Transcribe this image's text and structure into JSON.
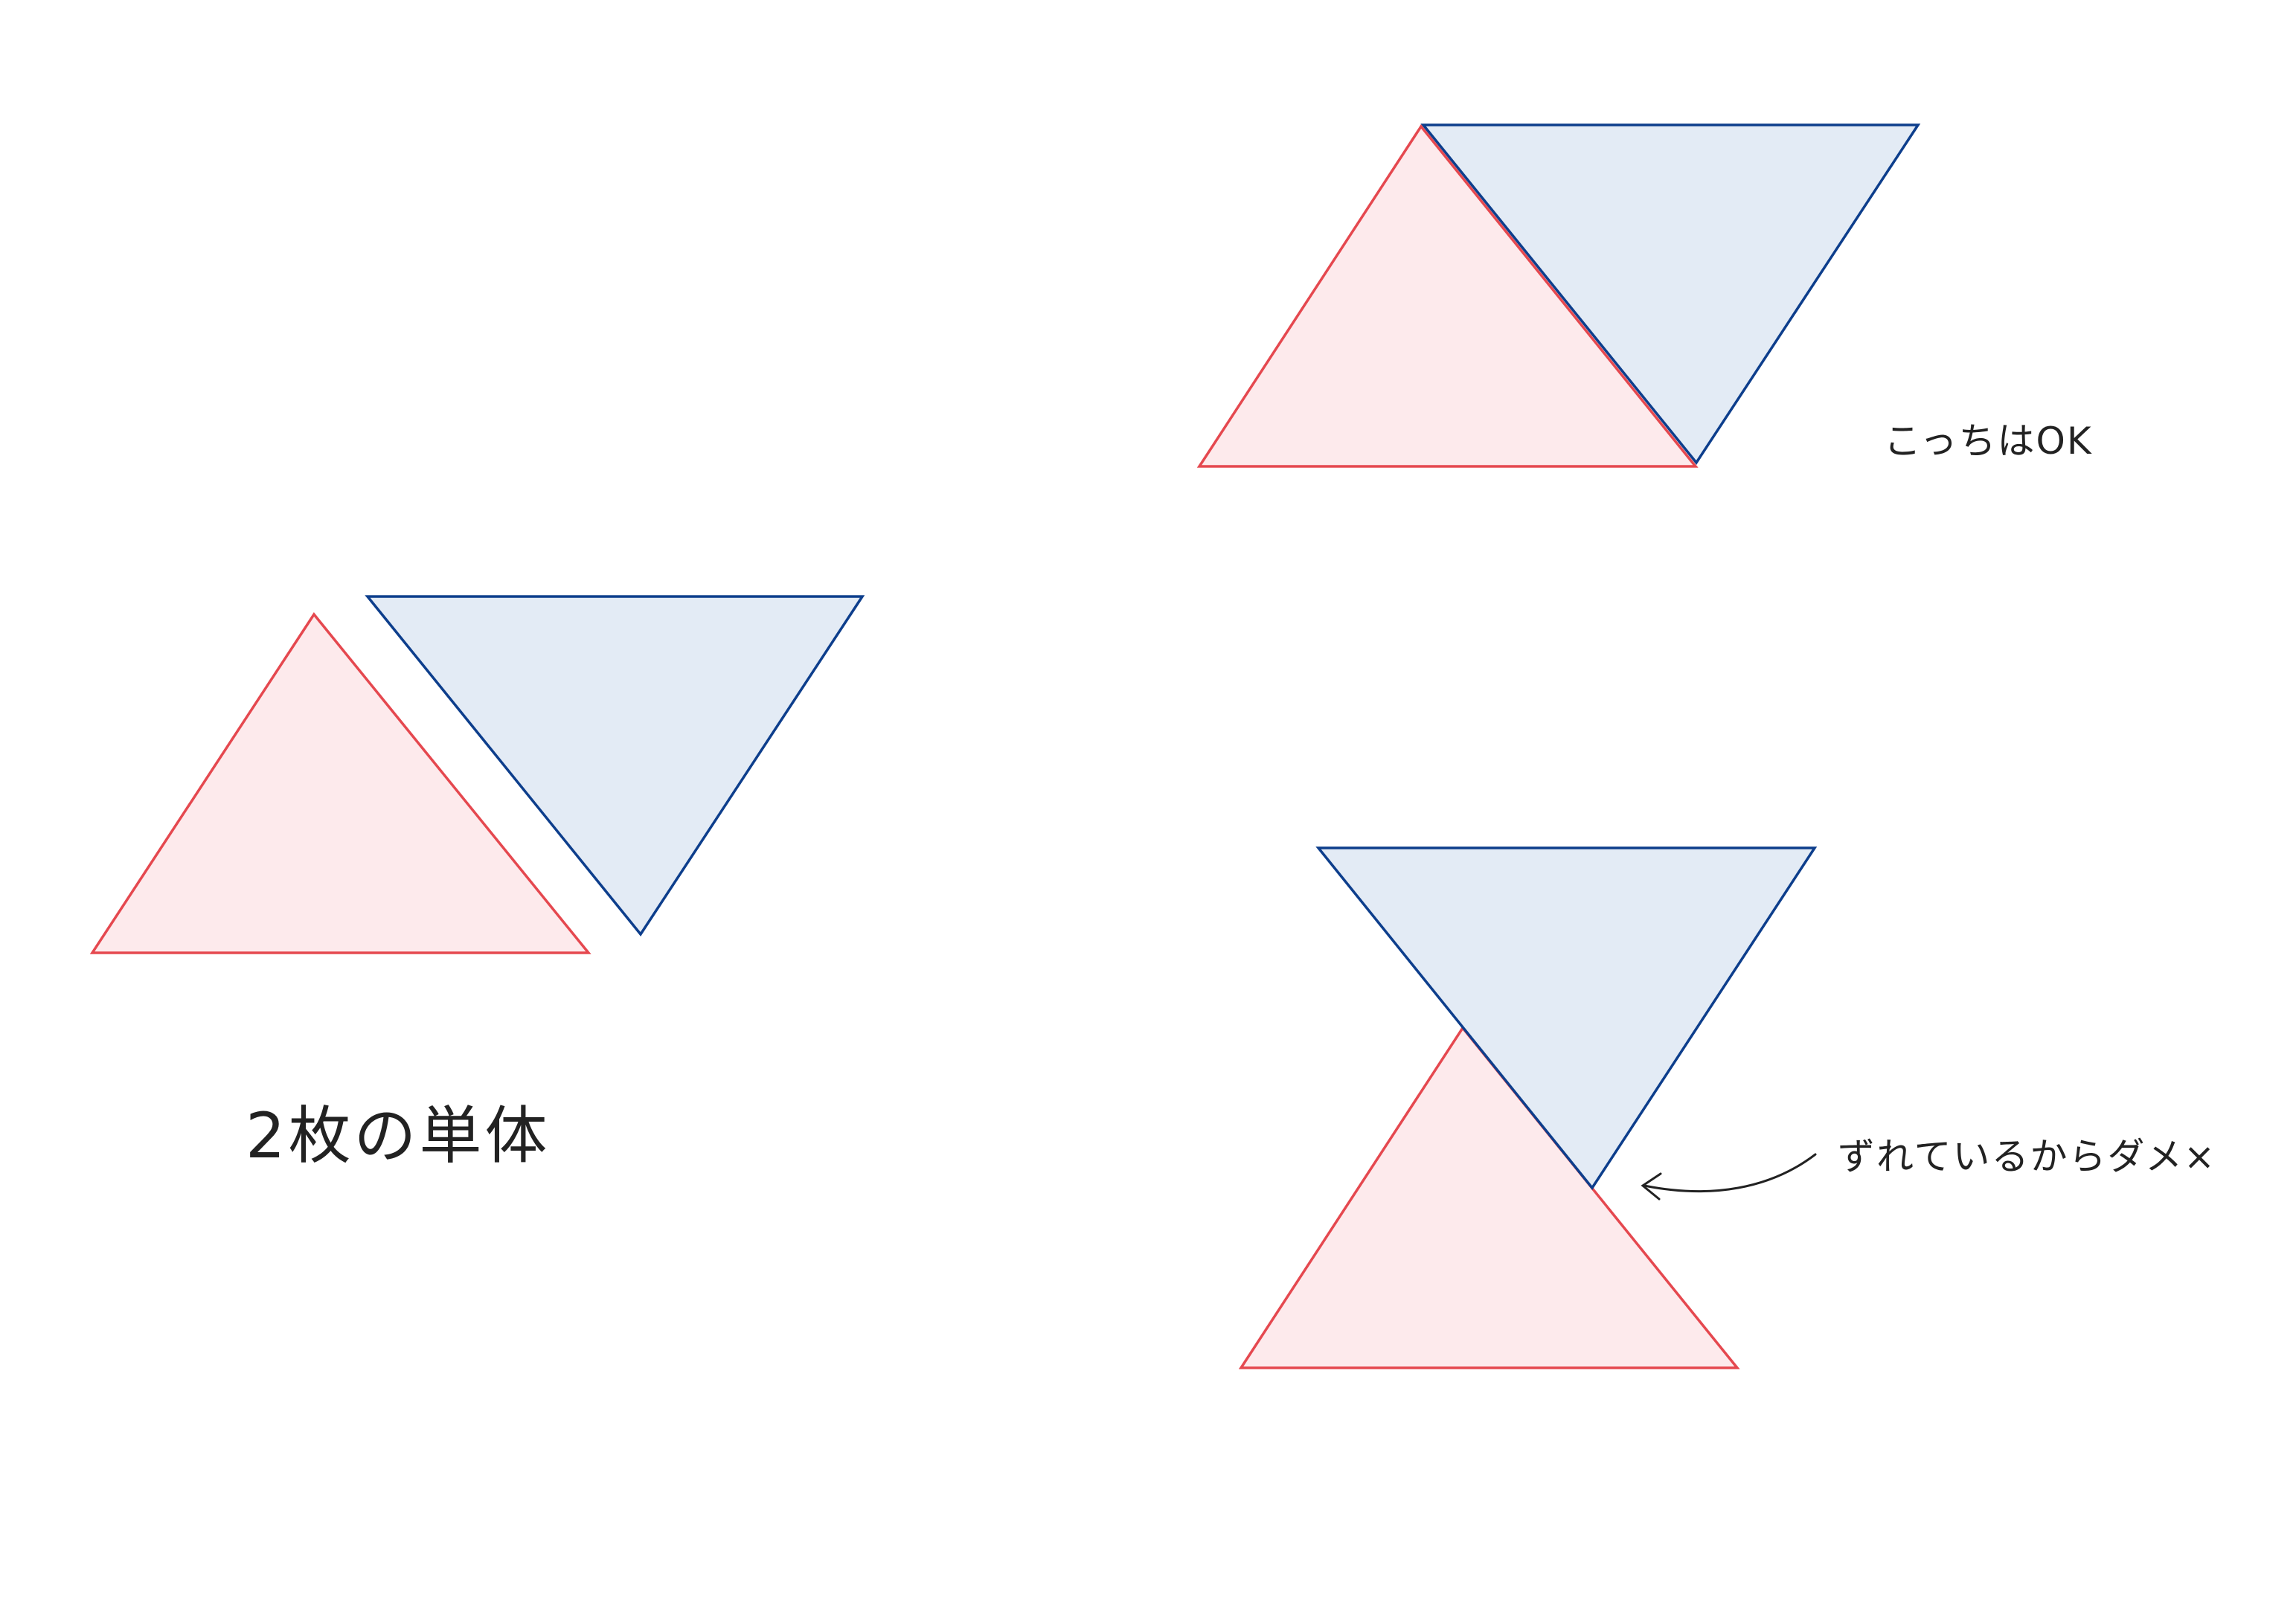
{
  "colors": {
    "red_fill": "#fdeaec",
    "red_stroke": "#e5484f",
    "blue_fill": "#e3ebf5",
    "blue_stroke": "#0d3e8c",
    "ink": "#222222"
  },
  "annotations": {
    "single_label": "2枚の単体",
    "ok_label": "こっちはOK",
    "ng_label": "ずれているからダメ×"
  }
}
